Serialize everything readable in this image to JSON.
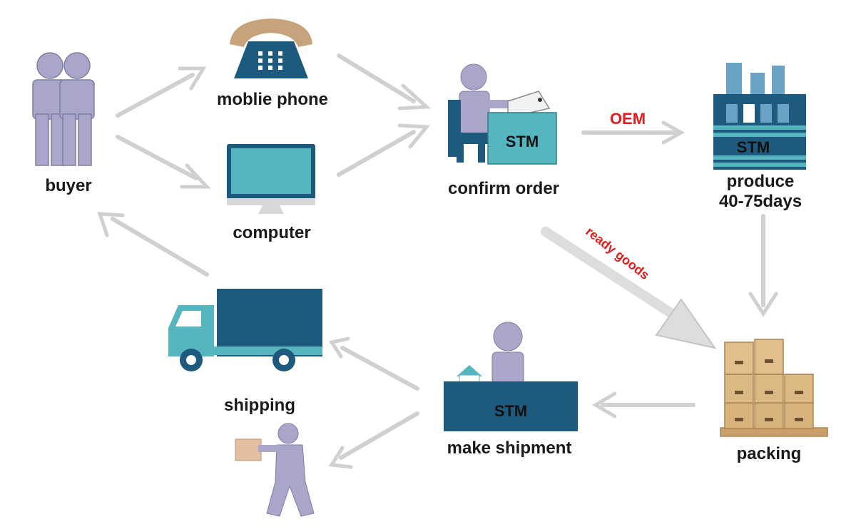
{
  "nodes": {
    "buyer": "buyer",
    "mobile_phone": "moblie phone",
    "computer": "computer",
    "confirm_order": "confirm order",
    "produce_line1": "produce",
    "produce_line2": "40-75days",
    "packing": "packing",
    "make_shipment": "make shipment",
    "shipping": "shipping"
  },
  "brand": "STM",
  "edge_labels": {
    "oem": "OEM",
    "ready_goods": "ready goods"
  },
  "colors": {
    "person": "#a9a6c9",
    "person_stroke": "#7f7ca8",
    "navy": "#1e5a7e",
    "teal": "#56b6c0",
    "phone_beige": "#c8a27a",
    "box": "#d9b37c",
    "arrow": "#d0d0d0",
    "accent_red": "#e31b1b"
  }
}
